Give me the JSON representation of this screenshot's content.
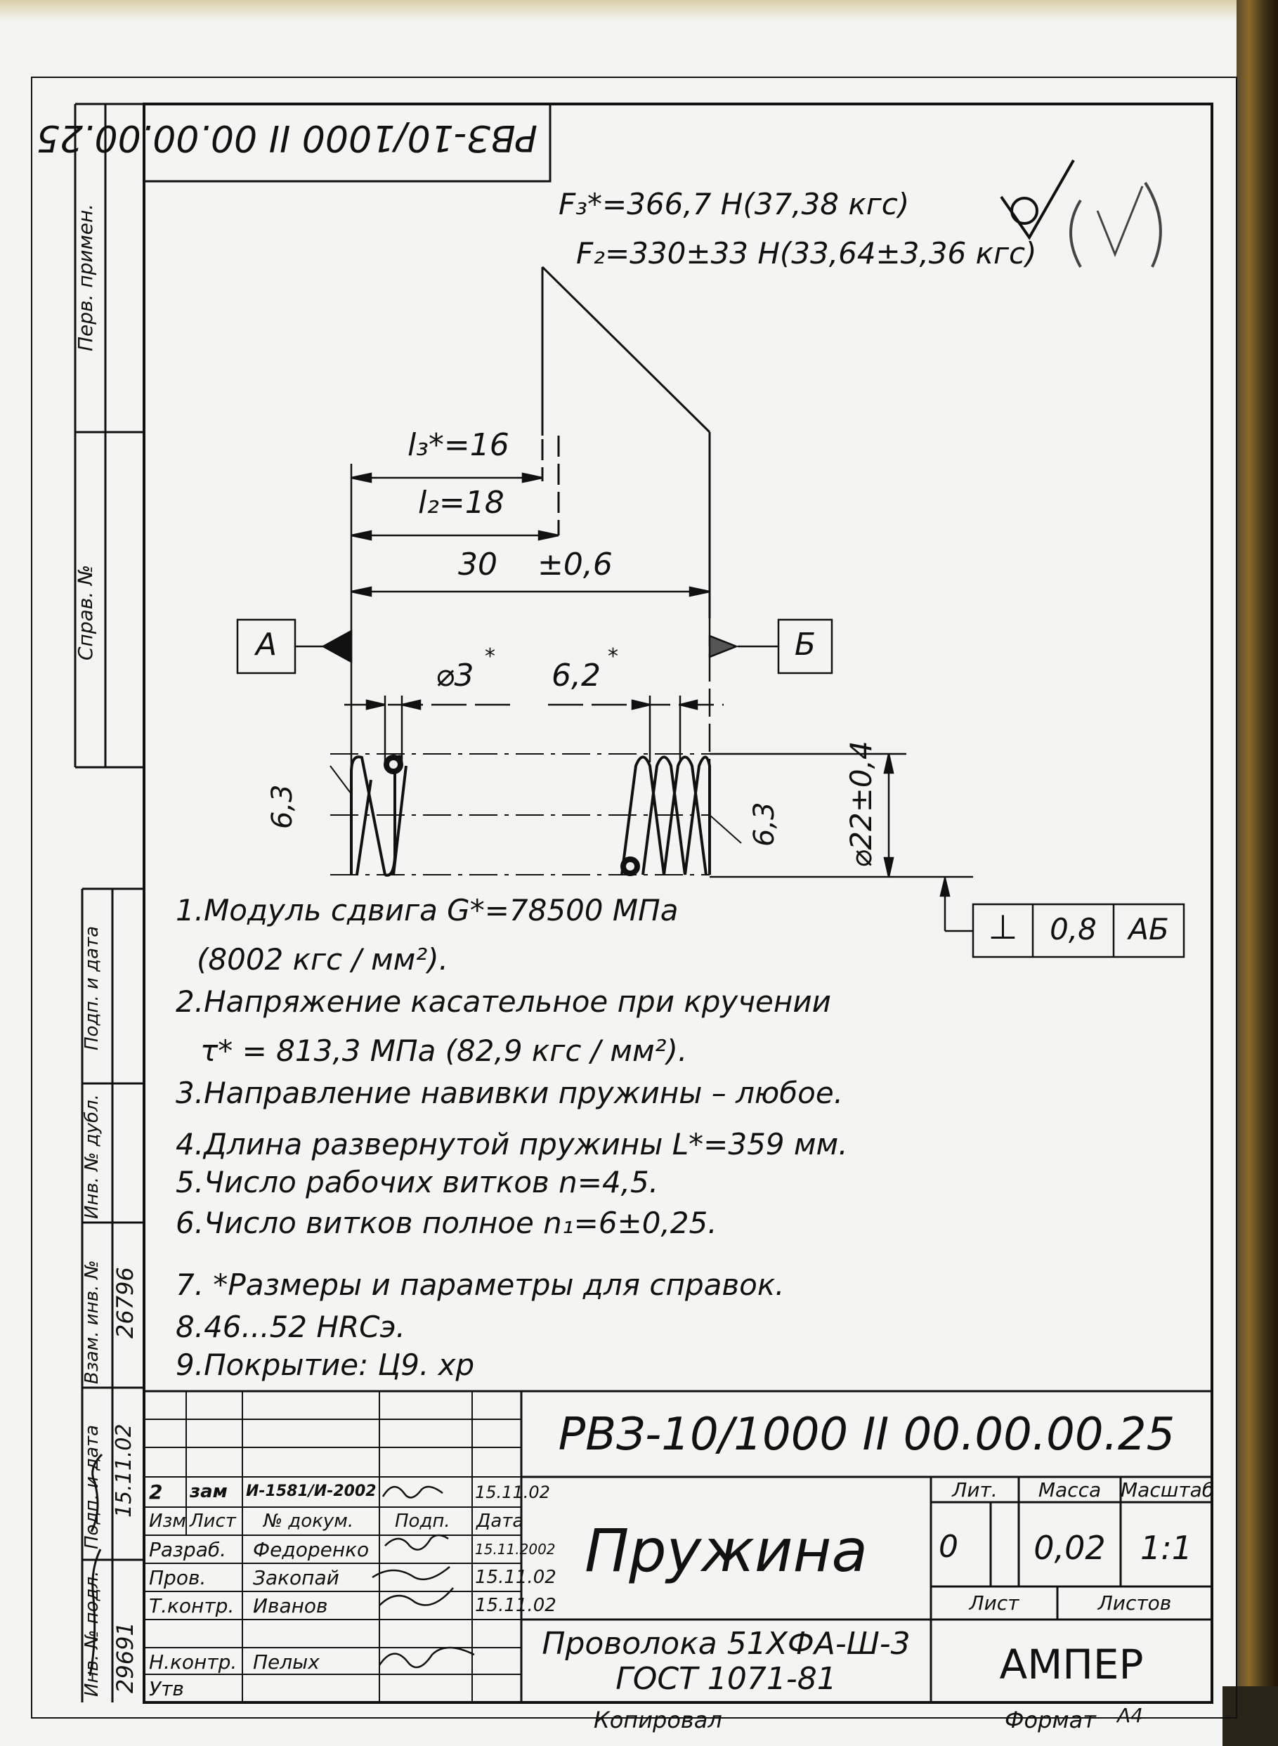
{
  "side_stamp_number": "РВЗ-10/1000 II 00.00.00.25",
  "left_margin": {
    "perv_primen": "Перв. примен.",
    "sprav_no": "Справ. №",
    "podp_data_1": "Подп. и дата",
    "inv_dubl": "Инв. № дубл.",
    "vzam_inv": "Взам. инв. №",
    "vzam_inv_value": "26796",
    "podp_data_2": "Подп. и дата",
    "podp_data_2_value": "15.11.02",
    "inv_podl": "Инв. № подл.",
    "inv_podl_value": "29691"
  },
  "forces": {
    "f3": "F₃*=366,7 Н(37,38 кгс)",
    "f2": "F₂=330±33 Н(33,64±3,36 кгс)"
  },
  "dims": {
    "l3": "l₃*=16",
    "l2": "l₂=18",
    "l_free": "30",
    "l_free_tol": "±0,6",
    "wire": "⌀3",
    "wire_star": "*",
    "pitch": "6,2",
    "pitch_star": "*",
    "diam": "⌀22±0,4",
    "rough_left": "6,3",
    "rough_right": "6,3"
  },
  "datums": {
    "a": "А",
    "b": "Б"
  },
  "tolerance_frame": {
    "symbol": "⊥",
    "value": "0,8",
    "datum": "АБ"
  },
  "notes": [
    "1.Модуль сдвига G*=78500 МПа",
    "(8002 кгс / мм²).",
    "2.Напряжение касательное при кручении",
    "τ* = 813,3 МПа (82,9 кгс / мм²).",
    "3.Направление навивки пружины – любое.",
    "4.Длина развернутой пружины L*=359 мм.",
    "5.Число рабочих витков n=4,5.",
    "6.Число витков полное n₁=6±0,25.",
    "7. *Размеры и параметры для справок.",
    "8.46...52 HRCэ.",
    "9.Покрытие: Ц9. хр"
  ],
  "title_block": {
    "doc_number": "РВЗ-10/1000 II 00.00.00.25",
    "name": "Пружина",
    "material_line1": "Проволока 51ХФА-Ш-3",
    "material_line2": "ГОСТ 1071-81",
    "org": "АМПЕР",
    "lit_header": "Лит.",
    "mass_header": "Масса",
    "scale_header": "Масштаб",
    "lit_value": "0",
    "mass_value": "0,02",
    "scale_value": "1:1",
    "sheet_header": "Лист",
    "sheets_header": "Листов",
    "change_row": {
      "izm": "2",
      "list": "зам",
      "doc": "И-1581/И-2002",
      "date": "15.11.02"
    },
    "col_headers": {
      "izm": "Изм",
      "list": "Лист",
      "doc": "№ докум.",
      "sign": "Подп.",
      "date": "Дата"
    },
    "roles": [
      {
        "role": "Разраб.",
        "name": "Федоренко",
        "date": "15.11.2002"
      },
      {
        "role": "Пров.",
        "name": "Закопай",
        "date": "15.11.02"
      },
      {
        "role": "Т.контр.",
        "name": "Иванов",
        "date": "15.11.02"
      },
      {
        "role": "",
        "name": "",
        "date": ""
      },
      {
        "role": "Н.контр.",
        "name": "Пелых",
        "date": ""
      },
      {
        "role": "Утв",
        "name": "",
        "date": ""
      }
    ]
  },
  "footer": {
    "copied": "Копировал",
    "format": "Формат",
    "format_value": "А4"
  }
}
